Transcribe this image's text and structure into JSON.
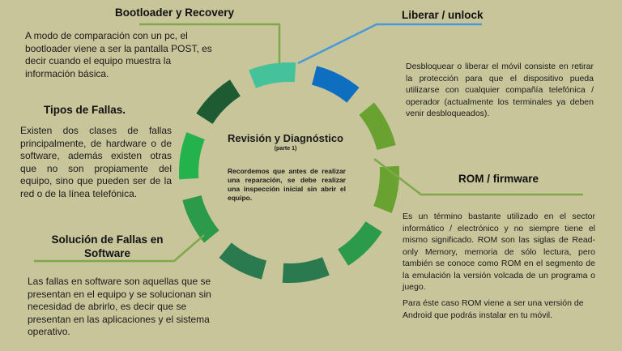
{
  "diagram": {
    "center": {
      "title": "Revisión y Diagnóstico",
      "subtitle": "(parte 1)",
      "note": "Recordemos que antes de realizar una reparación, se debe realizar una inspección inicial sin abrir el equipo."
    },
    "segment_colors": [
      "#45c29a",
      "#0e6fc1",
      "#6aa232",
      "#6aa232",
      "#2b9a4a",
      "#2b7a4f",
      "#2b7a4f",
      "#2b9a4a",
      "#23b24c",
      "#1e5b32"
    ],
    "connector_colors": {
      "bootloader": "#7fa84a",
      "liberar": "#4a9ad8",
      "rom": "#7fa84a",
      "solucion": "#7fa84a"
    }
  },
  "sections": {
    "bootloader": {
      "title": "Bootloader y Recovery",
      "text": "A modo de comparación con un pc, el bootloader viene a ser la pantalla POST, es decir cuando el equipo muestra la información básica."
    },
    "liberar": {
      "title": "Liberar / unlock",
      "text": "Desbloquear o liberar el móvil consiste en retirar la protección para que el dispositivo pueda utilizarse con cualquier compañía telefónica / operador (actualmente los terminales ya deben venir desbloqueados)."
    },
    "tipos": {
      "title": "Tipos de Fallas.",
      "text": "Existen dos clases de fallas principalmente, de hardware o de software, además existen otras que no son propiamente del equipo, sino que pueden ser de la red o de la línea telefónica."
    },
    "rom": {
      "title": "ROM / firmware",
      "text": "Es un término bastante utilizado en el sector informático / electrónico y no siempre tiene el mismo significado. ROM son las siglas de Read-only Memory, memoria de sólo lectura, pero también se conoce como ROM en el segmento de la emulación la versión volcada de un programa o juego.",
      "text2": "Para éste caso ROM viene a ser una versión de Android que podrás instalar en tu móvil."
    },
    "solucion": {
      "title": "Solución de Fallas en Software",
      "text": "Las fallas en software son aquellas que se presentan en el equipo y se solucionan sin necesidad de abrirlo, es decir que se presentan en las aplicaciones y el sistema operativo."
    }
  }
}
